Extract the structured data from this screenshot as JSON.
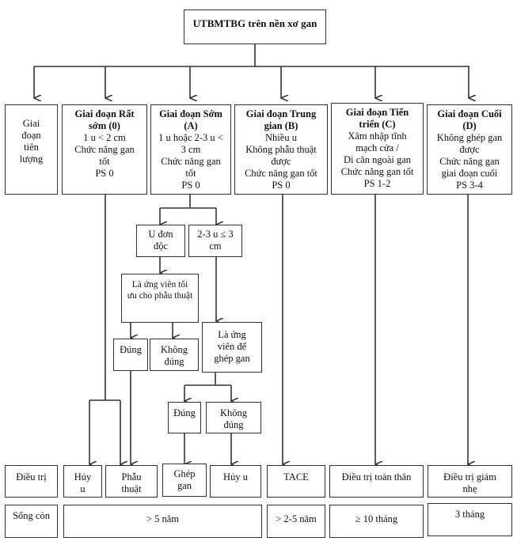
{
  "root": {
    "title": "UTBMTBG trên nền xơ gan"
  },
  "stage_label": {
    "lines": [
      "Giai",
      "đoạn",
      "tiên",
      "lượng"
    ]
  },
  "stages": [
    {
      "id": "very-early",
      "title_lines": [
        "Giai đoạn Rất",
        "sớm (0)"
      ],
      "criteria": [
        "1 u < 2 cm",
        "Chức năng gan",
        "tốt",
        "PS 0"
      ]
    },
    {
      "id": "early",
      "title_lines": [
        "Giai đoạn Sớm",
        "(A)"
      ],
      "criteria": [
        "1 u hoặc 2-3 u <",
        "3 cm",
        "Chức năng gan",
        "tốt",
        "PS 0"
      ]
    },
    {
      "id": "intermediate",
      "title_lines": [
        "Giai đoạn Trung",
        "gian (B)"
      ],
      "criteria": [
        "Nhiều u",
        "Không phẫu thuật",
        "được",
        "Chức năng gan tốt",
        "PS 0"
      ]
    },
    {
      "id": "advanced",
      "title_lines": [
        "Giai đoạn Tiến",
        "triển (C)"
      ],
      "criteria": [
        "Xâm nhập tĩnh",
        "mạch cửa /",
        "Di căn ngoài gan",
        "Chức năng gan tốt",
        "PS 1-2"
      ]
    },
    {
      "id": "terminal",
      "title_lines": [
        "Giai đoạn Cuối",
        "(D)"
      ],
      "criteria": [
        "Không ghép gan",
        "được",
        "Chức năng gan",
        "giai đoạn cuối",
        "PS 3-4"
      ]
    }
  ],
  "early_branch": {
    "single_tumor": [
      "U đơn",
      "độc"
    ],
    "multi_tumor": [
      "2-3 u ≤ 3",
      "cm"
    ],
    "surgery_candidate": [
      "Là ứng viên tối",
      "ưu cho phẫu thuật"
    ],
    "surgery_yes": "Đúng",
    "surgery_no": [
      "Không",
      "đúng"
    ],
    "transplant_candidate": [
      "Là ứng",
      "viên để",
      "ghép gan"
    ],
    "transplant_yes": "Đúng",
    "transplant_no": [
      "Không",
      "đúng"
    ]
  },
  "treatment_row": {
    "label": "Điều trị",
    "items": [
      {
        "lines": [
          "Hủy",
          "u"
        ]
      },
      {
        "lines": [
          "Phẫu",
          "thuật"
        ]
      },
      {
        "lines": [
          "Ghép",
          "gan"
        ]
      },
      {
        "lines": [
          "Hủy u"
        ]
      },
      {
        "lines": [
          "TACE"
        ]
      },
      {
        "lines": [
          "Điều trị toàn thân"
        ]
      },
      {
        "lines": [
          "Điều trị giảm",
          "nhẹ"
        ]
      }
    ]
  },
  "survival_row": {
    "label": "Sống còn",
    "items": [
      "> 5 năm",
      "> 2-5 năm",
      "≥ 10 tháng",
      "3 tháng"
    ]
  }
}
